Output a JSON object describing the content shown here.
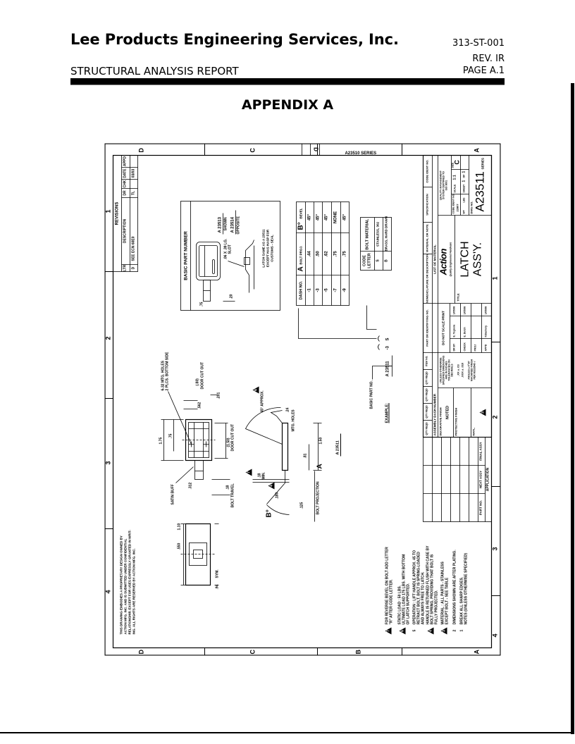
{
  "header": {
    "company": "Lee Products Engineering Services, Inc.",
    "report_type": "STRUCTURAL ANALYSIS REPORT",
    "doc_no": "313-ST-001",
    "revision": "REV. IR",
    "page": "PAGE A.1"
  },
  "appendix_title": "APPENDIX A",
  "drawing": {
    "zone_letters": [
      "D",
      "C",
      "B",
      "A"
    ],
    "zone_numbers": [
      "1",
      "2",
      "3",
      "4"
    ],
    "revisions": {
      "title": "REVISIONS",
      "columns": [
        "LTR",
        "DESCRIPTION",
        "DR",
        "CHK",
        "DATE",
        "APPD"
      ],
      "row": [
        "D",
        "SEE ECN 60E0",
        "TL",
        "",
        "03/03",
        ""
      ]
    },
    "series_strip": {
      "letter": "D",
      "text": "A23510 SERIES"
    },
    "basic_part": {
      "title": "BASIC PART NUMBER",
      "part1": "A 23513",
      "part1_note": "SHOWN",
      "part2": "A 23514",
      "part2_note": "OPPOSITE",
      "slot": ".06 X .39 LG.",
      "slot2": "SLOT",
      "dim_20": ".20",
      "dim_75": ".75",
      "note": [
        "LATCH SAME AS A 23511",
        "EXCEPT HAS HASP FOR",
        "CUSTOMS - SEAL"
      ]
    },
    "dash_table": {
      "headers": {
        "dash": "DASH NO.",
        "a": "A",
        "a_sub": "BOLT PROJ.",
        "b": "B°",
        "b_sub": "BEVEL"
      },
      "rows": [
        [
          "-1",
          ".44",
          "45°"
        ],
        [
          "-3",
          ".50",
          "45°"
        ],
        [
          "-5",
          ".62",
          "45°"
        ],
        [
          "-7",
          ".75",
          "NONE"
        ],
        [
          "-9",
          ".75",
          "45°"
        ]
      ]
    },
    "code_table": {
      "headers": [
        "CODE",
        "LETTER",
        "BOLT MATERIAL"
      ],
      "rows": [
        [
          "S",
          "STAINLESS, 302"
        ],
        [
          "B",
          "BRASS, HARD DRAWN"
        ]
      ]
    },
    "example": {
      "label": "EXAMPLE:",
      "part": "A 23511",
      "dash": "-3",
      "code": "S",
      "basic_label": "BASIC PART NO."
    },
    "front_view": {
      "holes": "6-32 MTG. HOLES",
      "holes2": "2 PLCS. BOTTOM SIDE",
      "d175": "1.75",
      "d75": ".75",
      "d562": ".562",
      "d80": "(.80)",
      "cutout": "DOOR CUT OUT",
      "d201": ".201",
      "d150": "(1.50)",
      "d312": ".312",
      "d18": ".18",
      "travel": "BOLT TRAVEL",
      "finish": "SATIN BUFF"
    },
    "end_view": {
      "d110": "1.10",
      "d550": ".550",
      "d94": ".94",
      "sym": "SYM."
    },
    "side_view": {
      "angle": "45° APPROX.",
      "holes": "MTG. HOLES",
      "d24": ".24",
      "d150": "1.50",
      "d81": ".81",
      "a": "A",
      "b": "B°",
      "d18": ".18",
      "min": "MIN.",
      "d180": ".180",
      "d125": ".125",
      "proj": "BOLT PROJECTION",
      "label": "A 23511"
    },
    "proprietary": [
      "THIS DRAWING EMBODIES A PROPRIETARY DESIGN OWNED BY",
      "ACTION MFG. INC. AND IS SUBMITTED UNDER CONFIDENTIAL",
      "RELATIONSHIP, EXCEPT FOR USES EXPRESSLY GRANTED IN WRIT-",
      "ING. ALL RIGHTS ARE RESERVED BY ACTION MFG. INC."
    ],
    "notes": [
      {
        "marker": "7",
        "lines": [
          "FOR REVERSE BEVEL ON BOLT ADD LETTER",
          "\"R\" AFTER CODE LETTER."
        ]
      },
      {
        "marker": "6",
        "lines": [
          "STATIC LOAD : 50 LBS.",
          "ULTIMATE LOAD 175 LBS. WITH BOTTOM",
          "OF LATCH SUPPORTED."
        ]
      },
      {
        "marker": "5",
        "lines": [
          "OPERATION : LIFT HANDLE APPROX. 45 TO",
          "RETRACT BOLT. BOLT IS SPRING-LOADED",
          "AND ALWAYS FREE TO LATCH."
        ]
      },
      {
        "marker": "4",
        "lines": [
          "HANDLE IS RETURNED FLUSH WITH CASE BY",
          "BOLT SPRING, PROVIDING THAT BOLT IS",
          "FULLY PROJECTED."
        ]
      },
      {
        "marker": "3",
        "lines": [
          "MATERIAL : ALL PARTS - STAINLESS",
          "EXCEPT BOLT - SEE TABLE"
        ]
      },
      {
        "marker": "2",
        "lines": [
          "DIMENSIONS SHOWN ARE AFTER PLATING."
        ]
      },
      {
        "marker": "1",
        "lines": [
          "BREAK ALL SHARP EDGES.",
          "NOTES (UNLESS OTHERWISE SPECIFIED)"
        ]
      }
    ],
    "application": {
      "cols": [
        "PART NO.",
        "NEXT ASSY",
        "FINAL ASSY"
      ],
      "title": "APPLICATION"
    },
    "title_block": {
      "list_headers": [
        "QTY REQD",
        "QTY REQD",
        "QTY REQD",
        "QTY REQD",
        "ITEM NO.",
        "PART OR IDENTIFYING NO.",
        "NOMENCLATURE OR DESCRIPTION",
        "MATERIAL OR NOTE",
        "SPECIFICATION",
        "CODE IDENT NO."
      ],
      "assembly_dash": "ASSEMBLY DASH NUMBER",
      "list_title": "LIST OF MATERIAL",
      "decorative_label": "DECORATIVE FINISH",
      "decorative_value": "NOTED",
      "protective_label": "PROTECTIVE FINISH",
      "matl_label": "MATL.",
      "matl_marker": "3",
      "tolerances": [
        "UNLESS OTHERWISE",
        "SPECIFIED DIMENSIONS",
        "ARE IN INCHES",
        "TOLERANCES ON",
        "DECIMALS",
        ".XX  ± .03",
        ".XXX ± .010",
        "ANGLES ± 0°30'",
        "MACHINED FINISH",
        "PER MS33540 √"
      ],
      "no_scale": "DO NOT SCALE PRINT",
      "signoffs": [
        {
          "role": "DR BY",
          "name": "E. Tegnera",
          "date": "1/05/98"
        },
        {
          "role": "CHECK",
          "name": "E. Dutch",
          "date": "1/05/98"
        },
        {
          "role": "PROJ",
          "name": "",
          "date": ""
        },
        {
          "role": "APPD",
          "name": "F.Bachery",
          "date": "1/05/98"
        }
      ],
      "title_label": "TITLE",
      "logo": "Action",
      "logo_tag": "Quality Engineered Hardware",
      "title": [
        "LATCH",
        "ASS'Y."
      ],
      "quality": [
        "QUALITY MANAGEMENT",
        "SYSTEM CERTIFIED TO",
        "ISO 9001"
      ],
      "scale_label": "SCALE",
      "scale": "1:1",
      "size_label": "SIZE",
      "size": "C",
      "code_ident_label": "CODE IDENT NO.",
      "code_ident": "22807",
      "wt_label": "WT",
      "wt_unit": "LBS",
      "sheet_label": "SHEET",
      "sheet": "1",
      "sheet_of": "OF",
      "sheet_total": "1",
      "dwg_label": "DWG NO.",
      "dwg_no": "A23511",
      "series": "SERIES"
    }
  }
}
